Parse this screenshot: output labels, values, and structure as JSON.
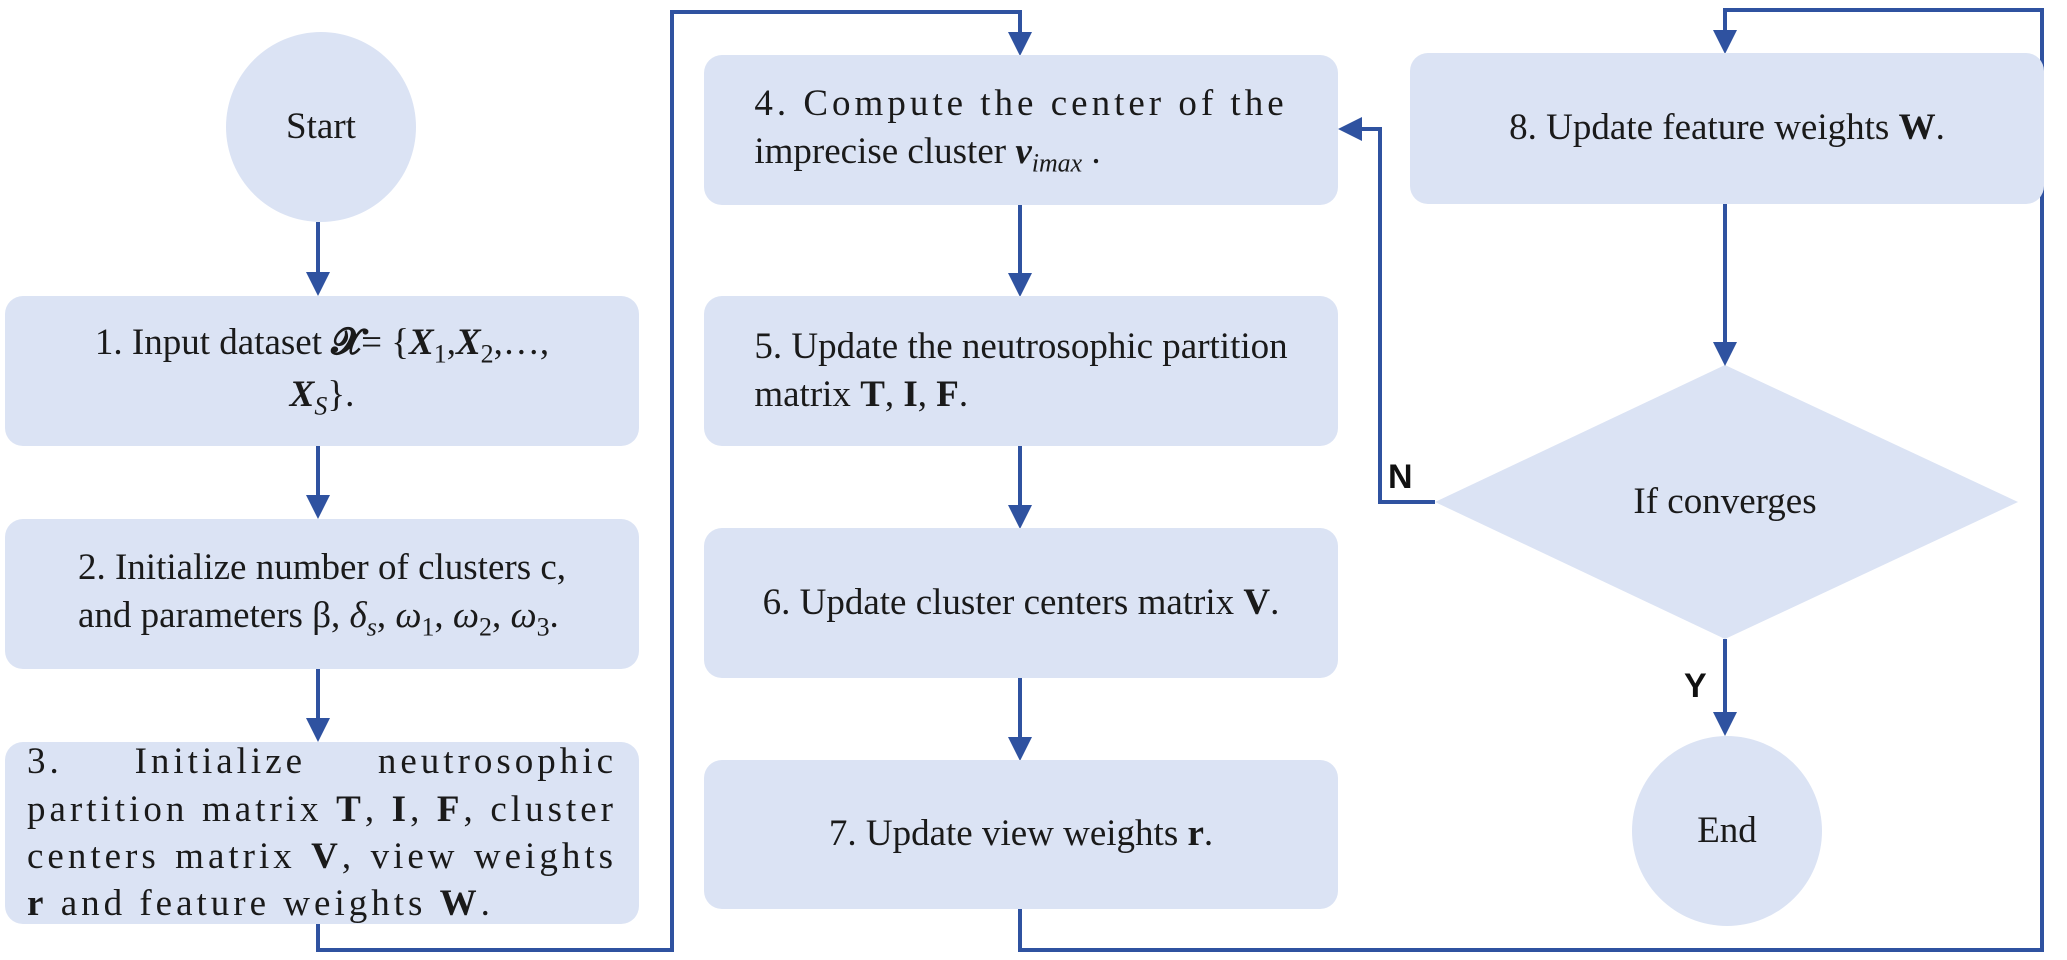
{
  "nodes": {
    "start": {
      "label": "Start"
    },
    "step1": {
      "prefix": "1. Input dataset ",
      "sym_X": "𝓧",
      "eq": "= {",
      "x1": "X",
      "x1_sub": "1",
      "sep1": ",",
      "x2": "X",
      "x2_sub": "2",
      "ellipsis": ",…,",
      "xs": "X",
      "xs_sub": "S",
      "end": "}."
    },
    "step2": {
      "line1": "2. Initialize number of clusters c,",
      "prefix": "and parameters β, ",
      "delta": "δ",
      "delta_sub": "s",
      "c1": ", ",
      "w1": "ω",
      "w1_sub": "1",
      "c2": ", ",
      "w2": "ω",
      "w2_sub": "2",
      "c3": ", ",
      "w3": "ω",
      "w3_sub": "3",
      "end": "."
    },
    "step3": {
      "t1": "3. Initialize neutrosophic partition matrix ",
      "T": "T",
      "c1": ", ",
      "I": "I",
      "c2": ", ",
      "F": "F",
      "t2": ", cluster centers matrix ",
      "V": "V",
      "t3": ", view weights ",
      "r": "r",
      "t4": " and feature weights ",
      "W": "W",
      "end": "."
    },
    "step4": {
      "line1": "4. Compute the center of the",
      "prefix": "imprecise cluster ",
      "v": "v",
      "v_sub": "imax",
      "end": " ."
    },
    "step5": {
      "line1": "5. Update the neutrosophic partition",
      "prefix": "matrix ",
      "T": "T",
      "c1": ", ",
      "I": "I",
      "c2": ", ",
      "F": "F",
      "end": "."
    },
    "step6": {
      "prefix": "6. Update cluster centers matrix ",
      "V": "V",
      "end": "."
    },
    "step7": {
      "prefix": "7. Update view weights ",
      "r": "r",
      "end": "."
    },
    "step8": {
      "prefix": "8. Update feature weights ",
      "W": "W",
      "end": "."
    },
    "decision": {
      "label": "If converges"
    },
    "end": {
      "label": "End"
    }
  },
  "edge_labels": {
    "no": "N",
    "yes": "Y"
  },
  "colors": {
    "node_fill": "#dbe3f4",
    "edge": "#2f52a0",
    "text": "#1a1a1a"
  }
}
